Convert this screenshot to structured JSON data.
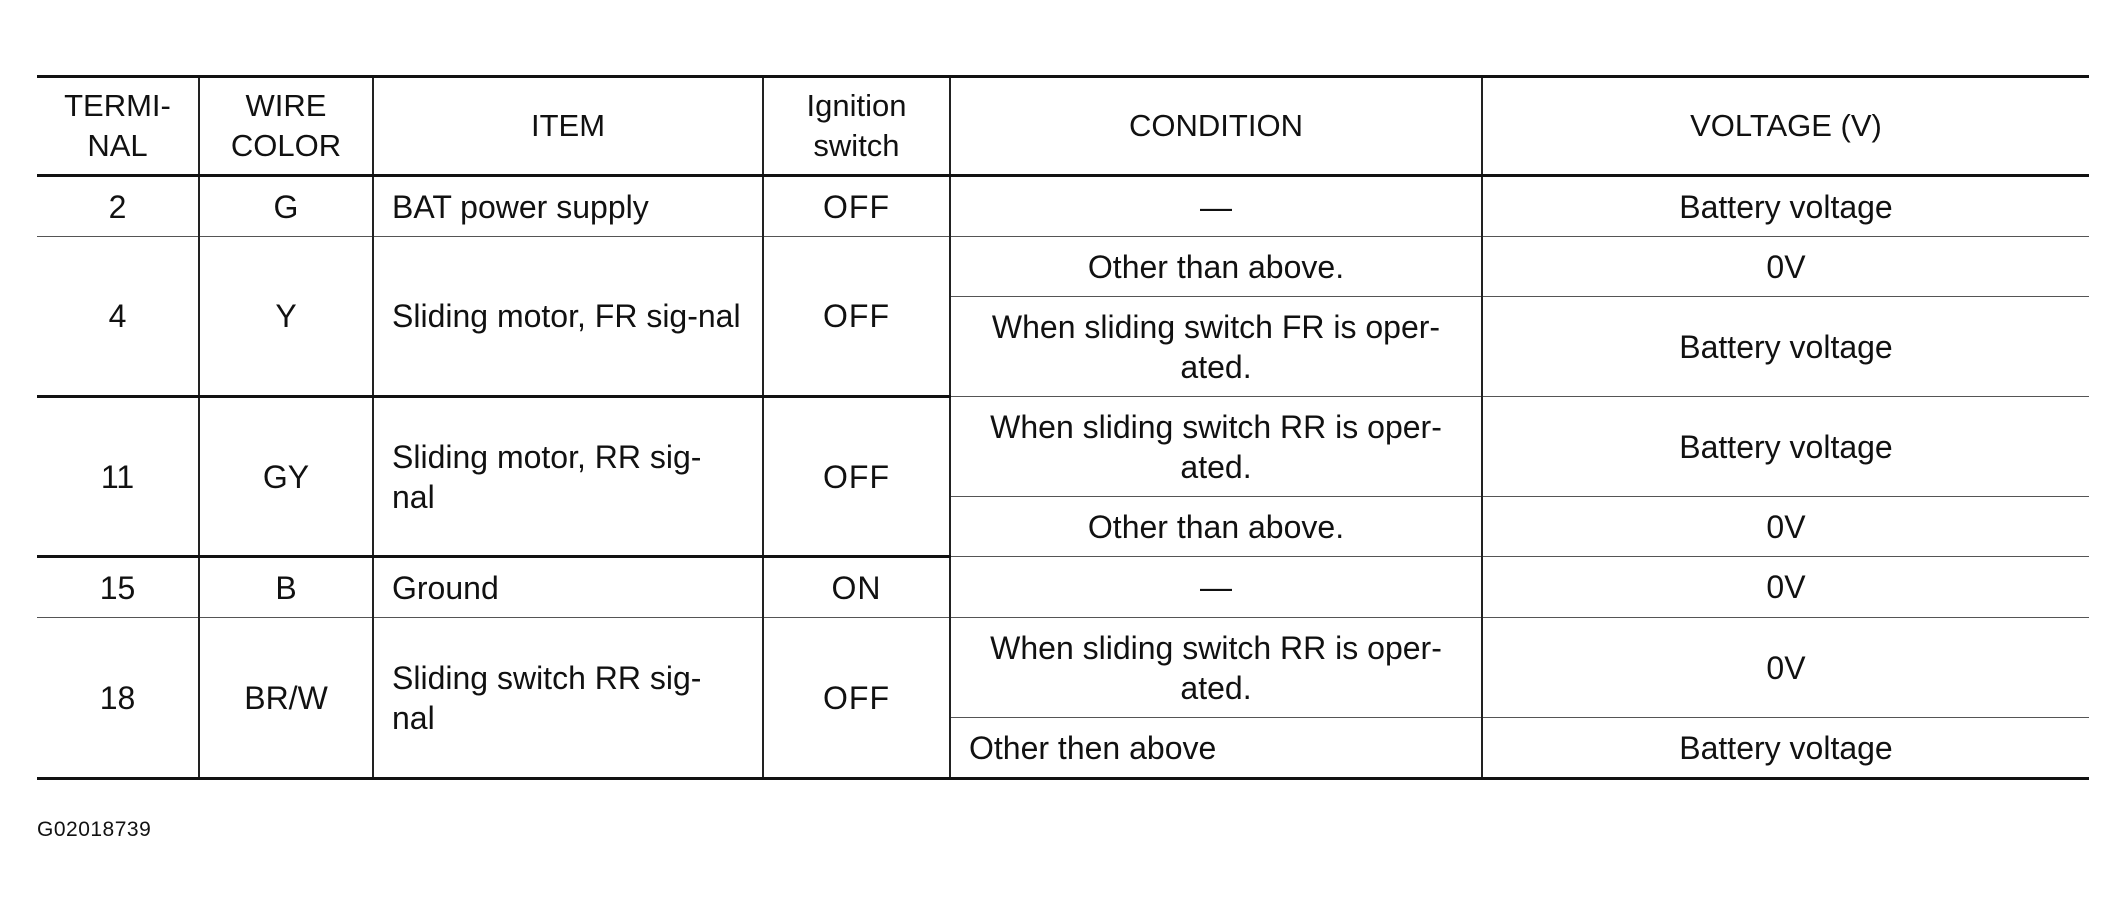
{
  "table": {
    "headers": {
      "terminal_line1": "TERMI-",
      "terminal_line2": "NAL",
      "wire_line1": "WIRE",
      "wire_line2": "COLOR",
      "item": "ITEM",
      "ign_line1": "Ignition",
      "ign_line2": "switch",
      "condition": "CONDITION",
      "voltage": "VOLTAGE (V)"
    },
    "rows": [
      {
        "terminal": "2",
        "wire": "G",
        "item": "BAT power supply",
        "ignition": "OFF",
        "conditions": [
          {
            "condition": "—",
            "voltage": "Battery voltage"
          }
        ]
      },
      {
        "terminal": "4",
        "wire": "Y",
        "item": "Sliding motor, FR sig-nal",
        "ignition": "OFF",
        "conditions": [
          {
            "condition": "Other than above.",
            "voltage": "0V"
          },
          {
            "condition": "When sliding switch FR is oper-ated.",
            "voltage": "Battery voltage"
          }
        ]
      },
      {
        "terminal": "11",
        "wire": "GY",
        "item": "Sliding motor, RR sig-nal",
        "ignition": "OFF",
        "conditions": [
          {
            "condition": "When sliding switch RR is oper-ated.",
            "voltage": "Battery voltage"
          },
          {
            "condition": "Other than above.",
            "voltage": "0V"
          }
        ]
      },
      {
        "terminal": "15",
        "wire": "B",
        "item": "Ground",
        "ignition": "ON",
        "conditions": [
          {
            "condition": "—",
            "voltage": "0V"
          }
        ]
      },
      {
        "terminal": "18",
        "wire": "BR/W",
        "item": "Sliding switch RR sig-nal",
        "ignition": "OFF",
        "conditions": [
          {
            "condition": "When sliding switch RR is oper-ated.",
            "voltage": "0V"
          },
          {
            "condition": "Other then above",
            "voltage": "Battery voltage"
          }
        ]
      }
    ]
  },
  "figure_id": "G02018739"
}
